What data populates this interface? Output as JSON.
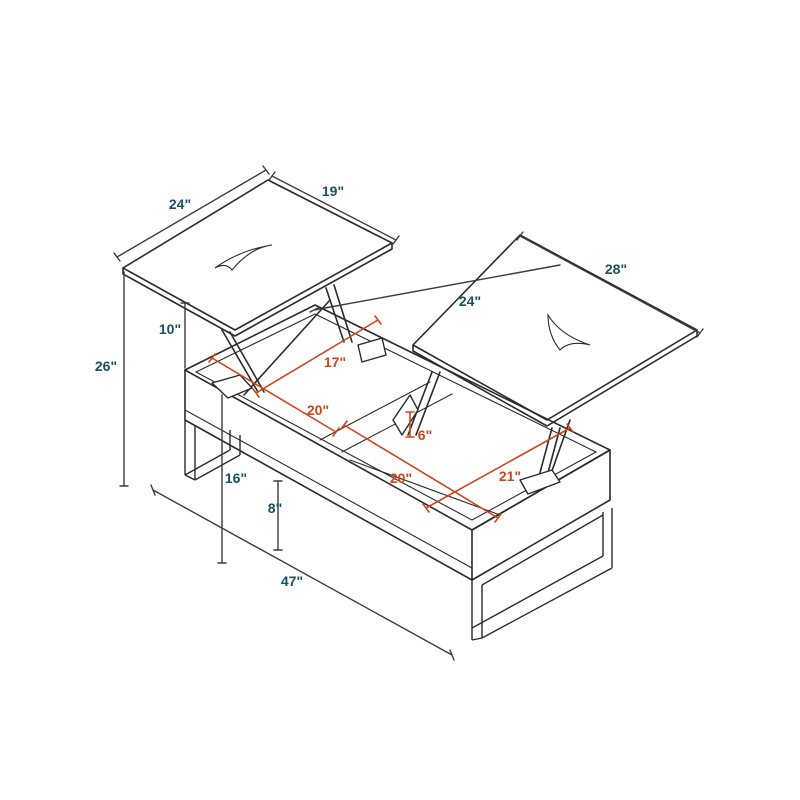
{
  "colors": {
    "line": "#2b2b2b",
    "exterior_dimension": "#17505f",
    "interior_dimension": "#d0451b",
    "background": "#ffffff"
  },
  "dimensions": {
    "left_top_depth": "24\"",
    "left_top_width": "19\"",
    "right_top_depth": "24\"",
    "right_top_width": "28\"",
    "lift_height": "10\"",
    "raised_height": "26\"",
    "table_height": "16\"",
    "drawer_height": "8\"",
    "table_length": "47\"",
    "left_bin_depth": "17\"",
    "left_bin_width": "20\"",
    "center_bin_width": "20\"",
    "right_bin_width": "21\"",
    "bin_depth": "6\""
  }
}
